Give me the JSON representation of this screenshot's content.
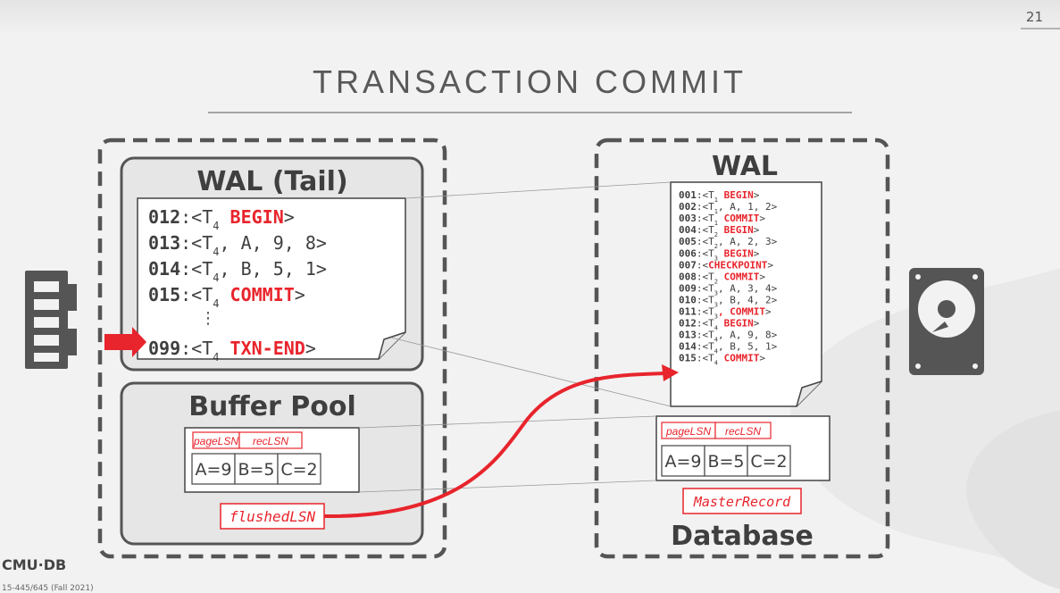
{
  "slide": {
    "page_number": "21",
    "title": "TRANSACTION COMMIT",
    "footer_logo": "CMU·DB",
    "footer_course": "15-445/645 (Fall 2021)"
  },
  "memory": {
    "wal_tail_title": "WAL (Tail)",
    "wal_tail_entries": [
      {
        "lsn": "012",
        "parts": [
          {
            "t": ":<T",
            "c": "plain"
          },
          {
            "t": "4",
            "c": "sub"
          },
          {
            "t": " BEGIN",
            "c": "red"
          },
          {
            "t": ">",
            "c": "plain"
          }
        ]
      },
      {
        "lsn": "013",
        "parts": [
          {
            "t": ":<T",
            "c": "plain"
          },
          {
            "t": "4",
            "c": "sub"
          },
          {
            "t": ", A, 9, 8>",
            "c": "plain"
          }
        ]
      },
      {
        "lsn": "014",
        "parts": [
          {
            "t": ":<T",
            "c": "plain"
          },
          {
            "t": "4",
            "c": "sub"
          },
          {
            "t": ", B, 5, 1>",
            "c": "plain"
          }
        ]
      },
      {
        "lsn": "015",
        "parts": [
          {
            "t": ":<T",
            "c": "plain"
          },
          {
            "t": "4",
            "c": "sub"
          },
          {
            "t": " COMMIT",
            "c": "red"
          },
          {
            "t": ">",
            "c": "plain"
          }
        ]
      },
      {
        "lsn": "099",
        "parts": [
          {
            "t": ":<T",
            "c": "plain"
          },
          {
            "t": "4",
            "c": "sub"
          },
          {
            "t": " TXN-END",
            "c": "red"
          },
          {
            "t": ">",
            "c": "plain"
          }
        ]
      }
    ],
    "ellipsis": "⋮",
    "buffer_pool_title": "Buffer Pool",
    "page_header": [
      "pageLSN",
      "recLSN"
    ],
    "page_values": [
      "A=9",
      "B=5",
      "C=2"
    ],
    "flushed_lsn": "flushedLSN"
  },
  "disk": {
    "wal_title": "WAL",
    "wal_entries": [
      {
        "lsn": "001",
        "parts": [
          {
            "t": ":<T",
            "c": "plain"
          },
          {
            "t": "1",
            "c": "sub"
          },
          {
            "t": " BEGIN",
            "c": "red"
          },
          {
            "t": ">",
            "c": "plain"
          }
        ]
      },
      {
        "lsn": "002",
        "parts": [
          {
            "t": ":<T",
            "c": "plain"
          },
          {
            "t": "1",
            "c": "sub"
          },
          {
            "t": ", A, 1, 2>",
            "c": "plain"
          }
        ]
      },
      {
        "lsn": "003",
        "parts": [
          {
            "t": ":<T",
            "c": "plain"
          },
          {
            "t": "1",
            "c": "sub"
          },
          {
            "t": " COMMIT",
            "c": "red"
          },
          {
            "t": ">",
            "c": "plain"
          }
        ]
      },
      {
        "lsn": "004",
        "parts": [
          {
            "t": ":<T",
            "c": "plain"
          },
          {
            "t": "2",
            "c": "sub"
          },
          {
            "t": " BEGIN",
            "c": "red"
          },
          {
            "t": ">",
            "c": "plain"
          }
        ]
      },
      {
        "lsn": "005",
        "parts": [
          {
            "t": ":<T",
            "c": "plain"
          },
          {
            "t": "2",
            "c": "sub"
          },
          {
            "t": ", A, 2, 3>",
            "c": "plain"
          }
        ]
      },
      {
        "lsn": "006",
        "parts": [
          {
            "t": ":<T",
            "c": "plain"
          },
          {
            "t": "3",
            "c": "sub"
          },
          {
            "t": " BEGIN",
            "c": "red"
          },
          {
            "t": ">",
            "c": "plain"
          }
        ]
      },
      {
        "lsn": "007",
        "parts": [
          {
            "t": ":<",
            "c": "plain"
          },
          {
            "t": "CHECKPOINT",
            "c": "red"
          },
          {
            "t": ">",
            "c": "plain"
          }
        ]
      },
      {
        "lsn": "008",
        "parts": [
          {
            "t": ":<T",
            "c": "plain"
          },
          {
            "t": "2",
            "c": "sub"
          },
          {
            "t": " COMMIT",
            "c": "red"
          },
          {
            "t": ">",
            "c": "plain"
          }
        ]
      },
      {
        "lsn": "009",
        "parts": [
          {
            "t": ":<T",
            "c": "plain"
          },
          {
            "t": "3",
            "c": "sub"
          },
          {
            "t": ", A, 3, 4>",
            "c": "plain"
          }
        ]
      },
      {
        "lsn": "010",
        "parts": [
          {
            "t": ":<T",
            "c": "plain"
          },
          {
            "t": "3",
            "c": "sub"
          },
          {
            "t": ", B, 4, 2>",
            "c": "plain"
          }
        ]
      },
      {
        "lsn": "011",
        "parts": [
          {
            "t": ":<T",
            "c": "plain"
          },
          {
            "t": "3",
            "c": "sub"
          },
          {
            "t": ", COMMIT",
            "c": "red"
          },
          {
            "t": ">",
            "c": "plain"
          }
        ]
      },
      {
        "lsn": "012",
        "parts": [
          {
            "t": ":<T",
            "c": "plain"
          },
          {
            "t": "4",
            "c": "sub"
          },
          {
            "t": " BEGIN",
            "c": "red"
          },
          {
            "t": ">",
            "c": "plain"
          }
        ]
      },
      {
        "lsn": "013",
        "parts": [
          {
            "t": ":<T",
            "c": "plain"
          },
          {
            "t": "4",
            "c": "sub"
          },
          {
            "t": ", A, 9, 8>",
            "c": "plain"
          }
        ]
      },
      {
        "lsn": "014",
        "parts": [
          {
            "t": ":<T",
            "c": "plain"
          },
          {
            "t": "4",
            "c": "sub"
          },
          {
            "t": ", B, 5, 1>",
            "c": "plain"
          }
        ]
      },
      {
        "lsn": "015",
        "parts": [
          {
            "t": ":<T",
            "c": "plain"
          },
          {
            "t": "4",
            "c": "sub"
          },
          {
            "t": " COMMIT",
            "c": "red"
          },
          {
            "t": ">",
            "c": "plain"
          }
        ]
      }
    ],
    "page_header": [
      "pageLSN",
      "recLSN"
    ],
    "page_values": [
      "A=9",
      "B=5",
      "C=2"
    ],
    "master_record": "MasterRecord",
    "database_label": "Database"
  },
  "icons": {
    "memory": "ram-chip-icon",
    "disk": "hard-disk-icon",
    "pointer": "red-arrow-icon"
  },
  "colors": {
    "red": "#e8242c",
    "text": "#3f3f3f",
    "title": "#595959"
  }
}
